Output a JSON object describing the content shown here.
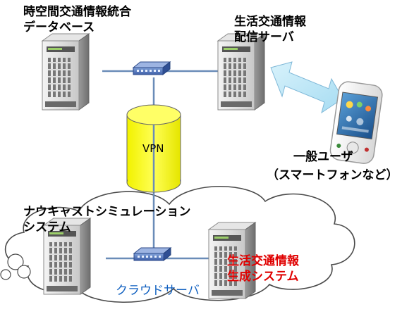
{
  "labels": {
    "database_line1": "時空間交通情報統合",
    "database_line2": "データベース",
    "delivery_line1": "生活交通情報",
    "delivery_line2": "配信サーバ",
    "user_line1": "一般ユーザ",
    "user_line2": "（スマートフォンなど）",
    "nowcast_line1": "ナウキャストシミュレーション",
    "nowcast_line2": "システム",
    "generation_line1": "生活交通情報",
    "generation_line2": "生成システム",
    "vpn": "VPN",
    "cloud": "クラウドサーバ"
  },
  "colors": {
    "red_label": "#e00000",
    "cloud_label": "#1060c0",
    "link_line": "#6a8cb8",
    "vpn_fill": "#ffff33",
    "arrow_fill": "#bfe8f8"
  }
}
